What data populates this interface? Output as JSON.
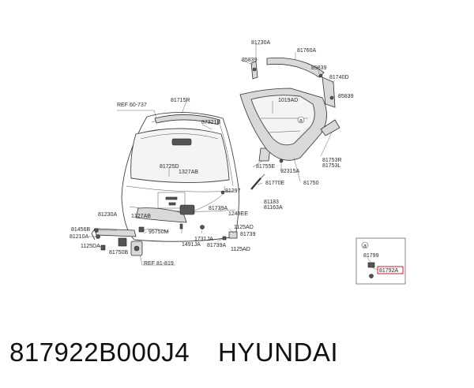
{
  "footer": {
    "part_number": "817922B000J4",
    "brand": "HYUNDAI"
  },
  "callouts": {
    "r81730A": "81730A",
    "r85839a": "85839",
    "r81760A": "81760A",
    "r85839b": "85839",
    "r81740D": "81740D",
    "r85839c": "85839",
    "r1019AD": "1019AD",
    "circleA1": "a",
    "r81755E": "81755E",
    "r81753R": "81753R",
    "r81753L": "81753L",
    "r92315A": "92315A",
    "r81750": "81750",
    "r81770E": "81770E",
    "r81183": "81183",
    "r81163A": "81163A",
    "refTop": "REF 60-737",
    "r81715R": "81715R",
    "r87321B": "87321B",
    "r81725D": "81725D",
    "r1327ABa": "1327AB",
    "r81297": "81297",
    "r81739A": "81739A",
    "r1249EE": "1249EE",
    "r81230A": "81230A",
    "r1327ABb": "1327AB",
    "r81456B": "81456B",
    "r81210A": "81210A",
    "r95750M": "95750M",
    "r1125DA": "1125DA",
    "r81750B": "81750B",
    "refBottom": "REF 81-819",
    "r1491JA": "1491JA",
    "r1731JA": "1731JA",
    "r1125ADa": "1125AD",
    "r81739": "81739",
    "r81739A2": "81739A",
    "r1125ADb": "1125AD",
    "circleA2": "a",
    "r81799": "81799",
    "r81792A": "81792A"
  },
  "colors": {
    "highlight": "#d0021b",
    "line": "#444444",
    "background": "#ffffff"
  }
}
